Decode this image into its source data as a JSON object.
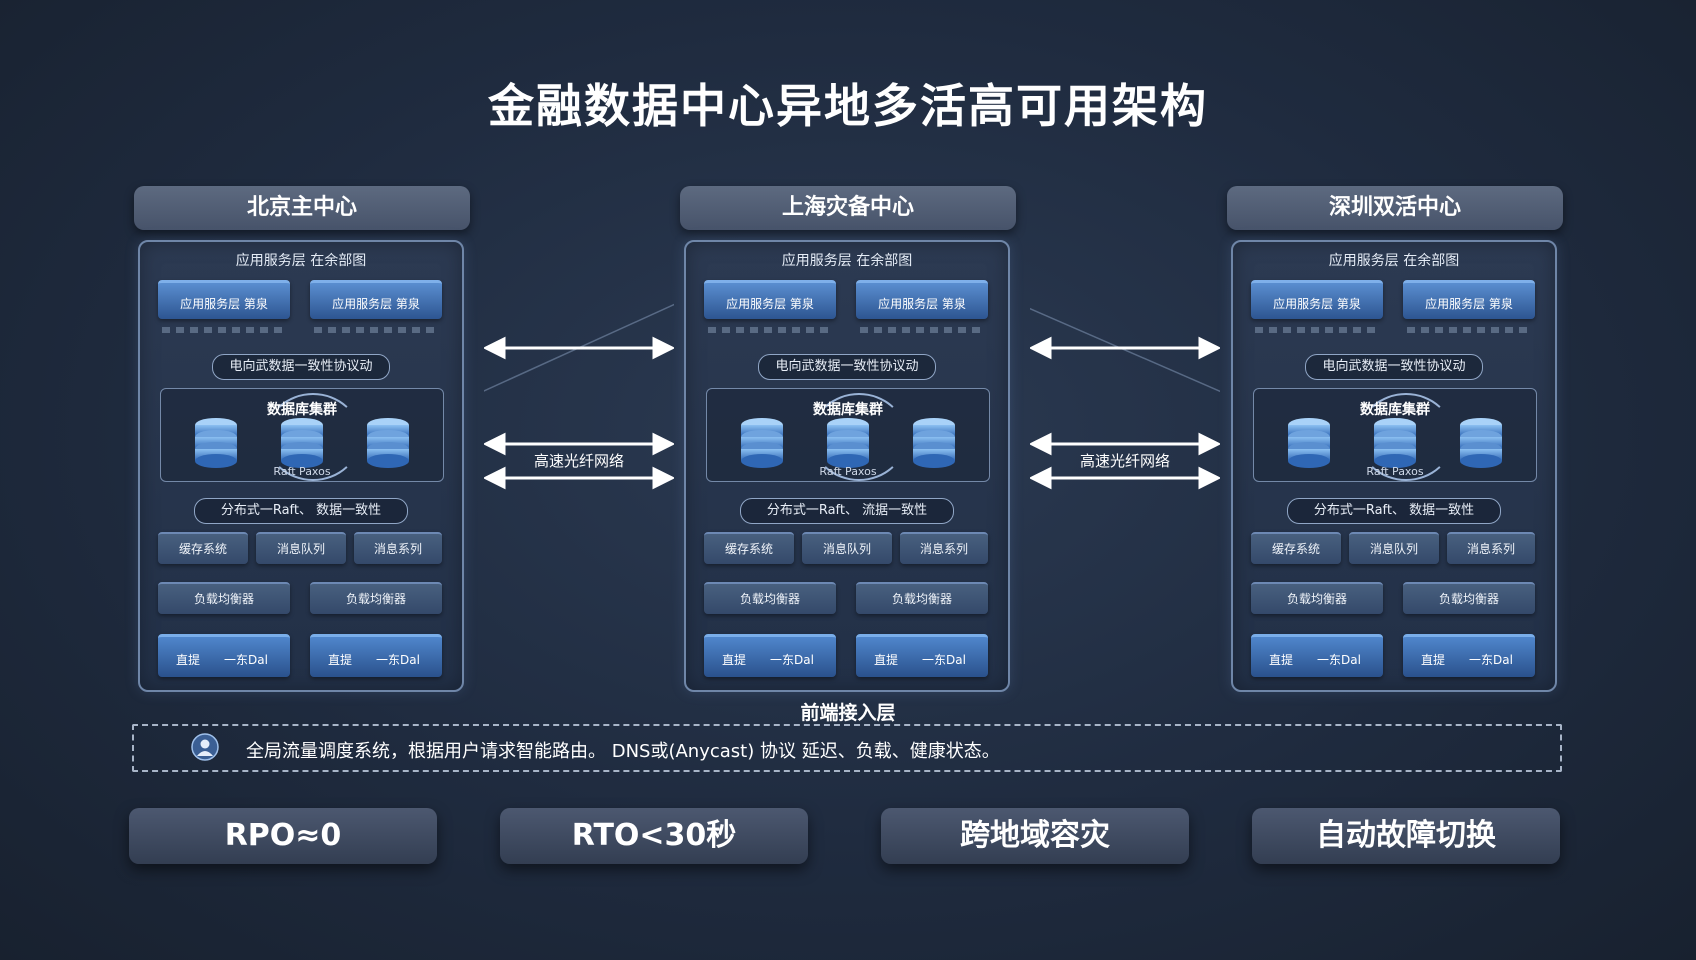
{
  "title": "金融数据中心异地多活高可用架构",
  "centers": [
    {
      "name": "北京主中心",
      "app_layer_title": "应用服务层 在余部图",
      "app_tiles": [
        "应用服务层 第泉",
        "应用服务层 第泉"
      ],
      "consistency_pill": "电向武数据一致性协议动",
      "cluster_label": "数据库集群",
      "consensus_label": "Raft Paxos",
      "distributed_pill": "分布式一Raft、 数据一致性",
      "middleware": [
        "缓存系统",
        "消息队列",
        "消息系列"
      ],
      "load_balancers": [
        "负载均衡器",
        "负载均衡器"
      ],
      "bottom_tiles": [
        [
          "直提",
          "一东Dal"
        ],
        [
          "直提",
          "一东Dal"
        ]
      ]
    },
    {
      "name": "上海灾备中心",
      "app_layer_title": "应用服务层 在余部图",
      "app_tiles": [
        "应用服务层 第泉",
        "应用服务层 第泉"
      ],
      "consistency_pill": "电向武数据一致性协议动",
      "cluster_label": "数据库集群",
      "consensus_label": "Raft Paxos",
      "distributed_pill": "分布式一Raft、 流据一致性",
      "middleware": [
        "缓存系统",
        "消息队列",
        "消息系列"
      ],
      "load_balancers": [
        "负载均衡器",
        "负载均衡器"
      ],
      "bottom_tiles": [
        [
          "直提",
          "一东Dal"
        ],
        [
          "直提",
          "一东Dal"
        ]
      ]
    },
    {
      "name": "深圳双活中心",
      "app_layer_title": "应用服务层 在余部图",
      "app_tiles": [
        "应用服务层 第泉",
        "应用服务层 第泉"
      ],
      "consistency_pill": "电向武数据一致性协议动",
      "cluster_label": "数据库集群",
      "consensus_label": "Raft Paxos",
      "distributed_pill": "分布式一Raft、 数据一致性",
      "middleware": [
        "缓存系统",
        "消息队列",
        "消息系列"
      ],
      "load_balancers": [
        "负载均衡器",
        "负载均衡器"
      ],
      "bottom_tiles": [
        [
          "直提",
          "一东Dal"
        ],
        [
          "直提",
          "一东Dal"
        ]
      ]
    }
  ],
  "links": [
    {
      "label": "高速光纤网络"
    },
    {
      "label": "高速光纤网络"
    }
  ],
  "frontend": {
    "title": "前端接入层",
    "text": "全局流量调度系统，根据用户请求智能路由。 DNS或(Anycast) 协议 延迟、负载、健康状态。"
  },
  "badges": [
    "RPO≈0",
    "RTO<30秒",
    "跨地域容灾",
    "自动故障切换"
  ],
  "colors": {
    "background": "#1f2b3f",
    "tile_blue": "#3f72b8",
    "frame_border": "#6f86a8"
  },
  "icons": [
    "database-icon",
    "double-arrow-icon",
    "globe-user-icon"
  ]
}
